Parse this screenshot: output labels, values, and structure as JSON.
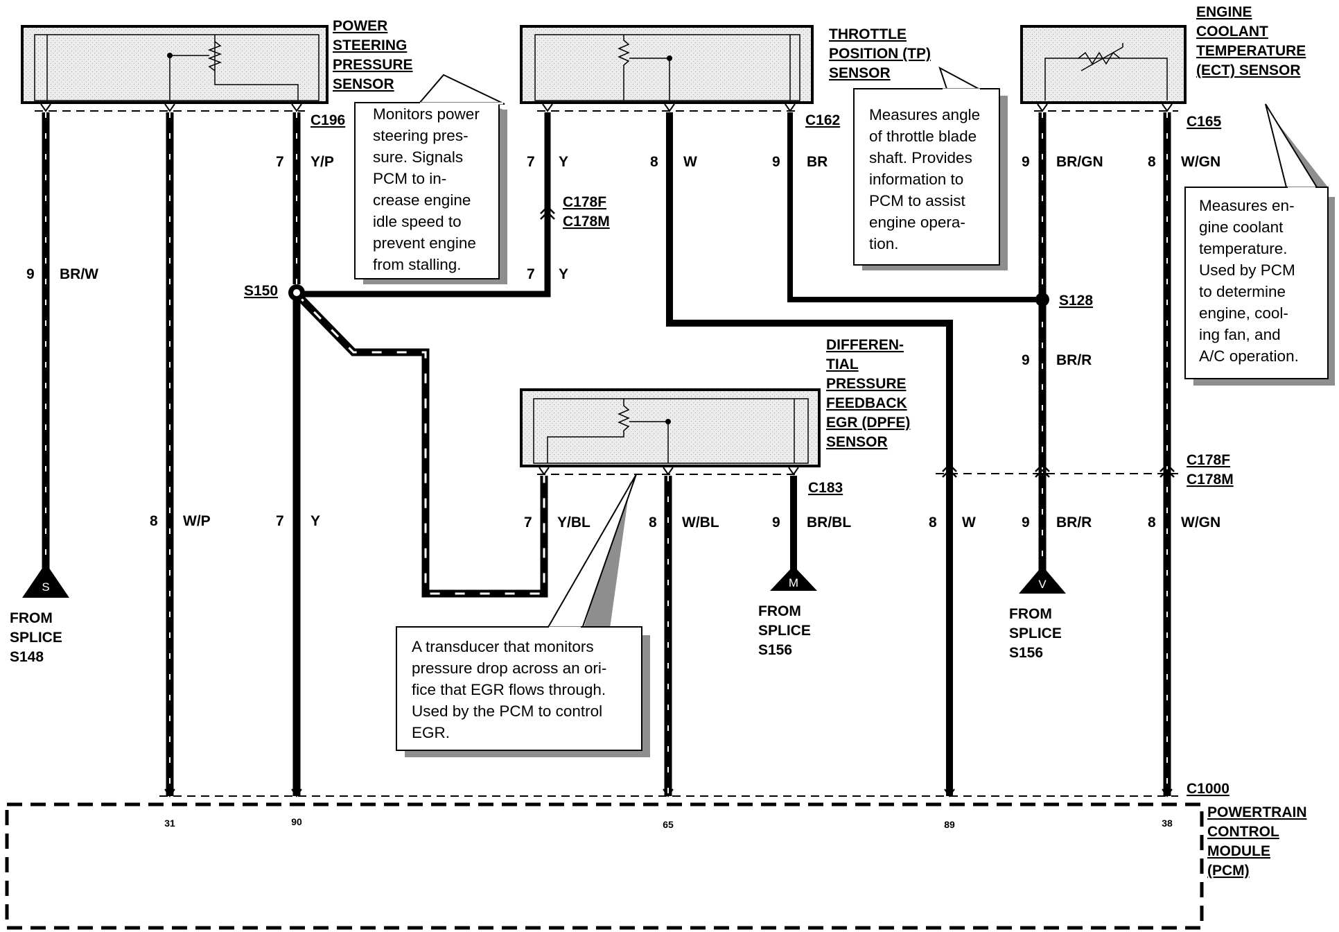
{
  "components": {
    "power_steering_pressure_sensor": [
      "POWER",
      "STEERING",
      "PRESSURE",
      "SENSOR"
    ],
    "throttle_position_sensor": [
      "THROTTLE",
      "POSITION (TP)",
      "SENSOR"
    ],
    "engine_coolant_temperature_sensor": [
      "ENGINE",
      "COOLANT",
      "TEMPERATURE",
      "(ECT) SENSOR"
    ],
    "dpfe_sensor": [
      "DIFFEREN-",
      "TIAL",
      "PRESSURE",
      "FEEDBACK",
      "EGR (DPFE)",
      "SENSOR"
    ],
    "pcm": [
      "POWERTRAIN",
      "CONTROL",
      "MODULE",
      "(PCM)"
    ]
  },
  "connectors": {
    "c196": "C196",
    "c162": "C162",
    "c165": "C165",
    "c178f": "C178F",
    "c178m": "C178M",
    "c183": "C183",
    "c1000": "C1000"
  },
  "splices": {
    "s150": "S150",
    "s128": "S128"
  },
  "wires": [
    {
      "gauge": "9",
      "color": "BR/W"
    },
    {
      "gauge": "8",
      "color": "W/P"
    },
    {
      "gauge": "7",
      "color": "Y/P"
    },
    {
      "gauge": "7",
      "color": "Y"
    },
    {
      "gauge": "7",
      "color": "Y"
    },
    {
      "gauge": "7",
      "color": "Y"
    },
    {
      "gauge": "7",
      "color": "Y/BL"
    },
    {
      "gauge": "8",
      "color": "W"
    },
    {
      "gauge": "8",
      "color": "W/BL"
    },
    {
      "gauge": "9",
      "color": "BR"
    },
    {
      "gauge": "9",
      "color": "BR/BL"
    },
    {
      "gauge": "8",
      "color": "W"
    },
    {
      "gauge": "9",
      "color": "BR/GN"
    },
    {
      "gauge": "9",
      "color": "BR/R"
    },
    {
      "gauge": "9",
      "color": "BR/R"
    },
    {
      "gauge": "8",
      "color": "W/GN"
    },
    {
      "gauge": "8",
      "color": "W/GN"
    }
  ],
  "pcm_pins": [
    "31",
    "90",
    "65",
    "89",
    "38"
  ],
  "splice_sources": [
    {
      "letter": "S",
      "text": [
        "FROM",
        "SPLICE",
        "S148"
      ]
    },
    {
      "letter": "M",
      "text": [
        "FROM",
        "SPLICE",
        "S156"
      ]
    },
    {
      "letter": "V",
      "text": [
        "FROM",
        "SPLICE",
        "S156"
      ]
    }
  ],
  "notes": {
    "power_steering": [
      "Monitors power",
      "steering pres-",
      "sure. Signals",
      "PCM to in-",
      "crease engine",
      "idle speed to",
      "prevent engine",
      "from stalling."
    ],
    "throttle": [
      "Measures angle",
      "of throttle blade",
      "shaft. Provides",
      "information to",
      "PCM to assist",
      "engine opera-",
      "tion."
    ],
    "coolant": [
      "Measures en-",
      "gine coolant",
      "temperature.",
      "Used by PCM",
      "to determine",
      "engine, cool-",
      "ing fan, and",
      "A/C operation."
    ],
    "dpfe": [
      "A transducer that monitors",
      "pressure drop across an ori-",
      "fice that EGR flows through.",
      "Used by the PCM to control",
      "EGR."
    ]
  }
}
